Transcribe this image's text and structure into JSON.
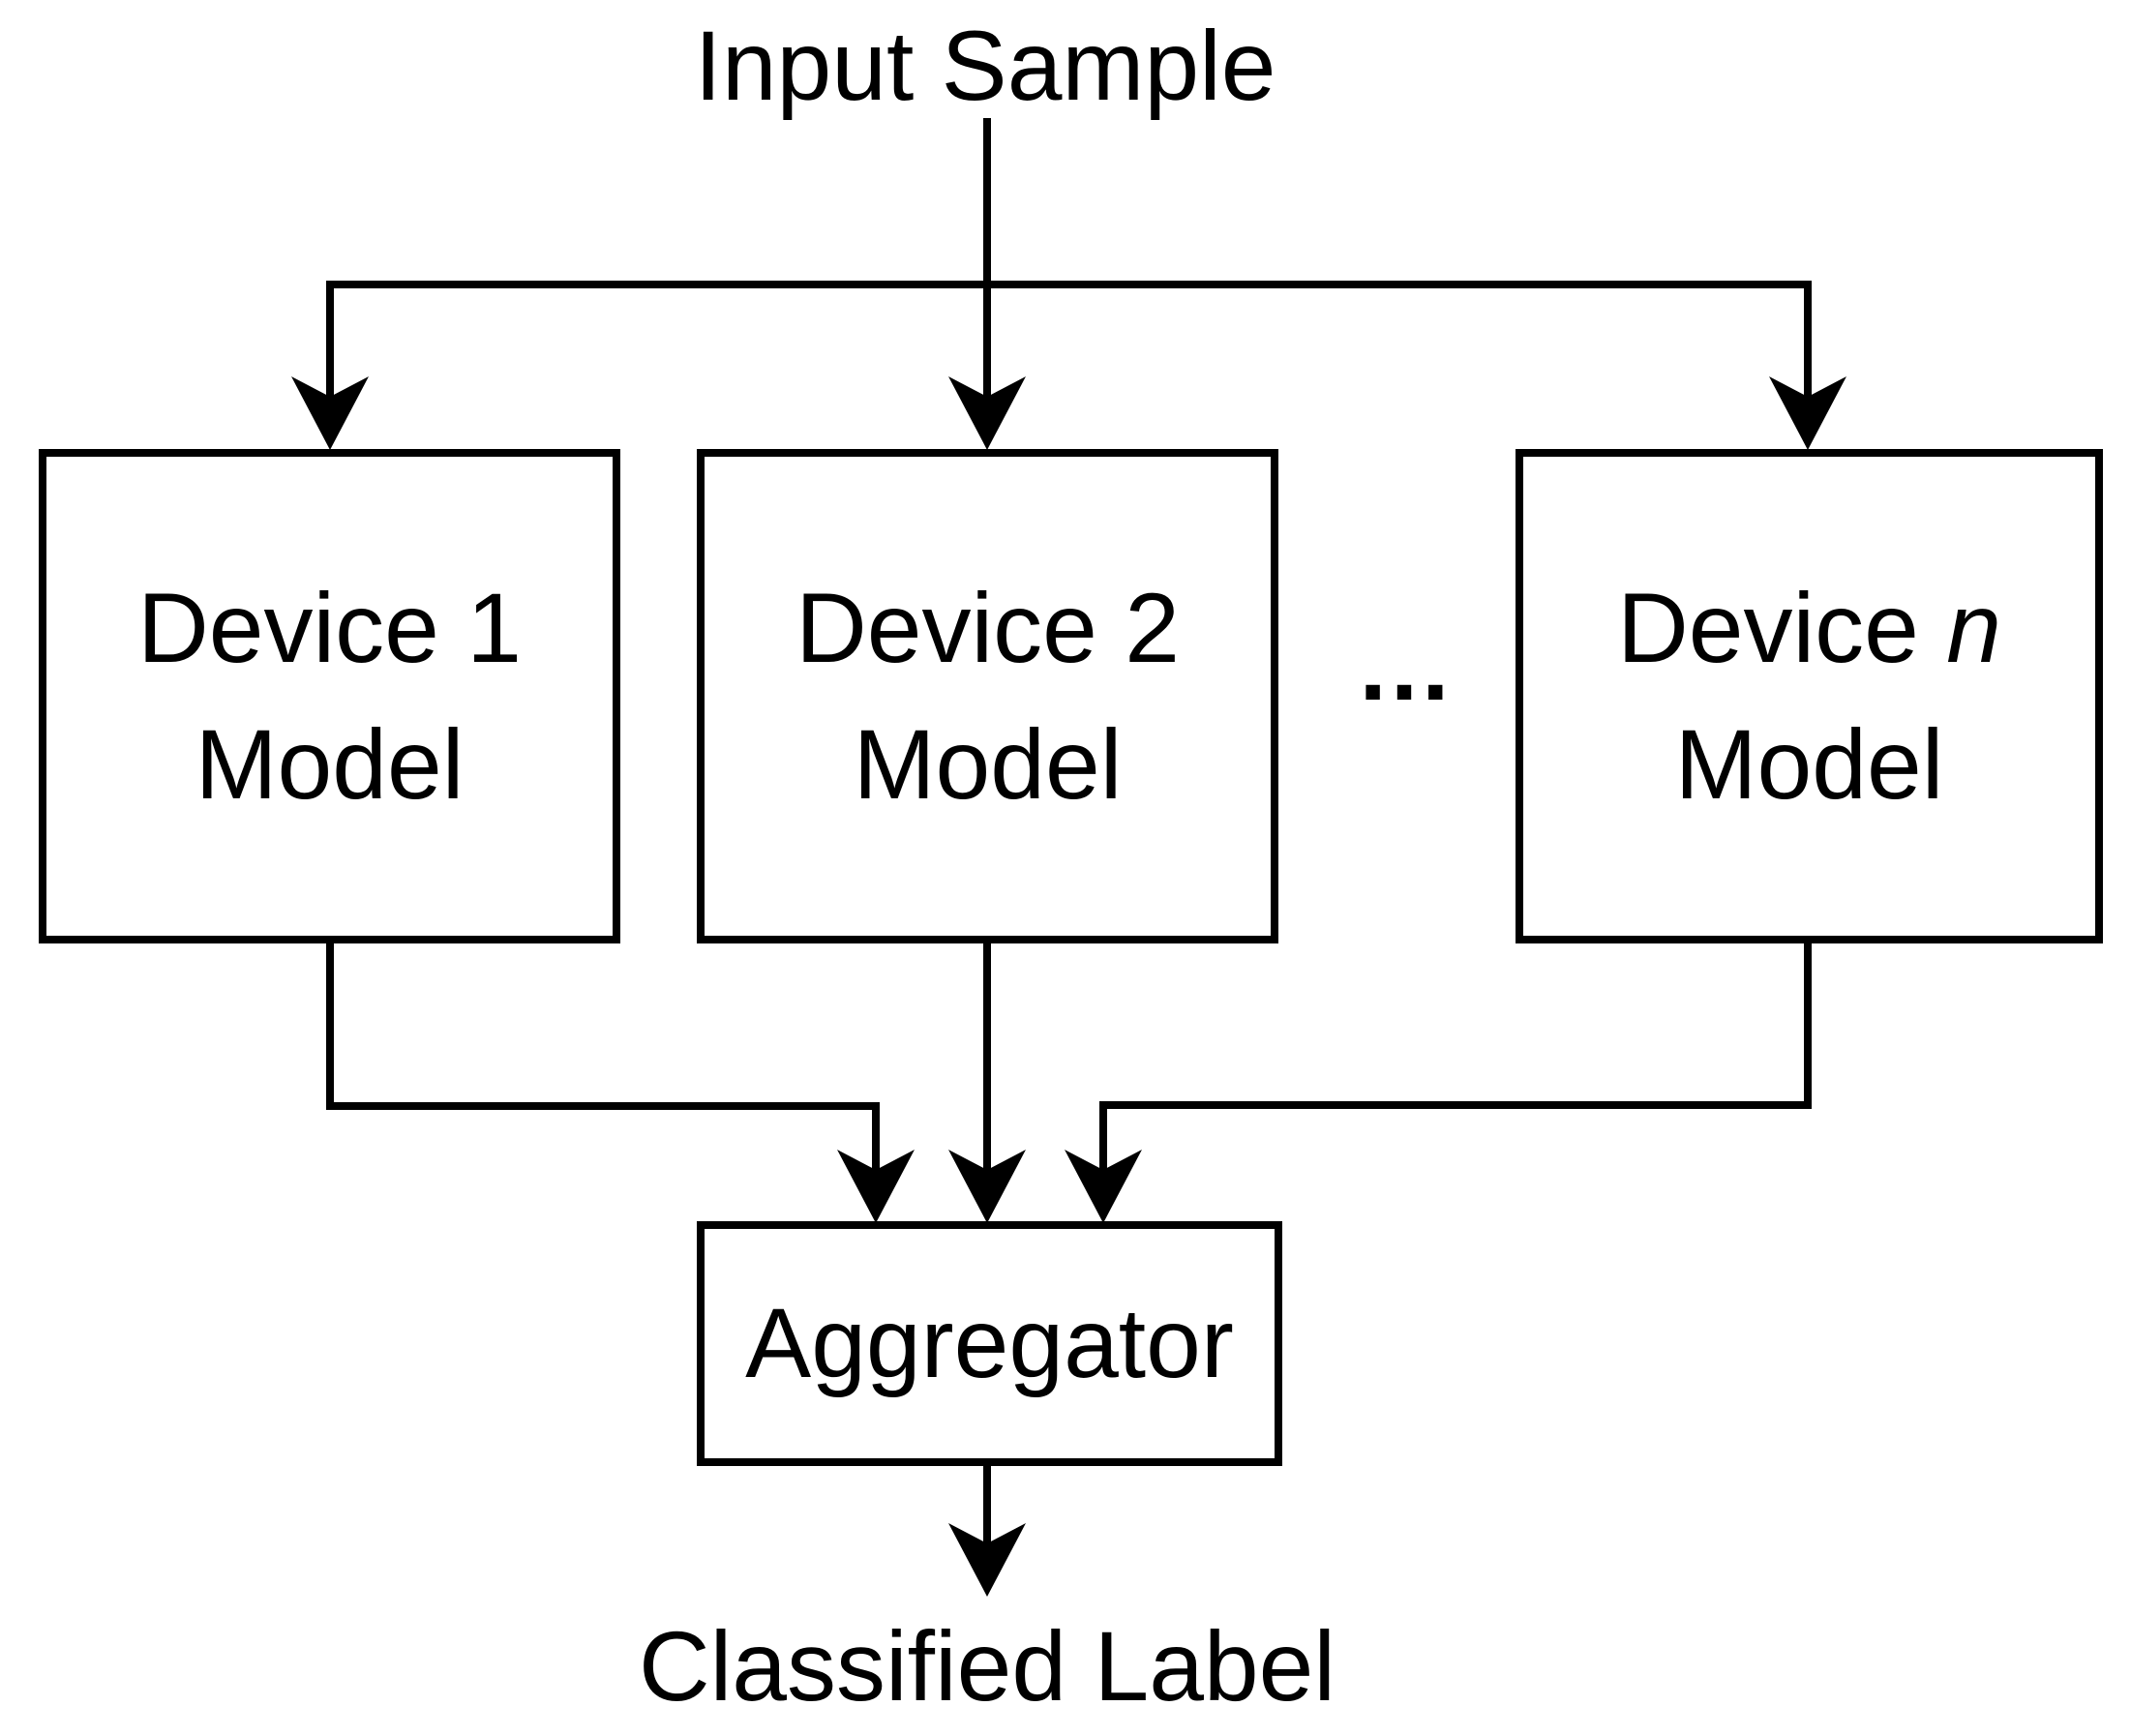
{
  "diagram": {
    "title": "Input Sample",
    "ellipsis": "...",
    "devices": [
      {
        "name_prefix": "Device ",
        "name_var": "1",
        "line2": "Model"
      },
      {
        "name_prefix": "Device ",
        "name_var": "2",
        "line2": "Model"
      },
      {
        "name_prefix": "Device ",
        "name_var": "n",
        "line2": "Model"
      }
    ],
    "aggregator_label": "Aggregator",
    "output_label": "Classified Label",
    "colors": {
      "ink": "#000000",
      "background": "#ffffff"
    }
  }
}
